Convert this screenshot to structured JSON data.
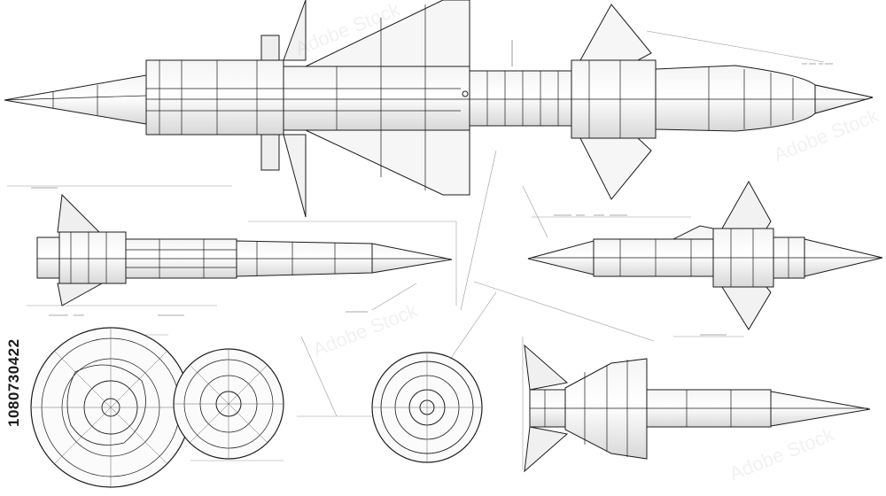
{
  "image_id_text": "1080730422",
  "watermark_text": "Adobe Stock",
  "colors": {
    "background": "#ffffff",
    "ink": "#1c1c1c",
    "light_ink": "#8a8a8a",
    "shade": "#dcdcdc"
  },
  "views": [
    {
      "name": "top-missile-side-view"
    },
    {
      "name": "middle-left-missile-side-view"
    },
    {
      "name": "middle-right-missile-side-view"
    },
    {
      "name": "bottom-right-missile-side-view"
    },
    {
      "name": "large-section-wheel"
    },
    {
      "name": "medium-section-wheel"
    },
    {
      "name": "small-section-wheel"
    }
  ]
}
